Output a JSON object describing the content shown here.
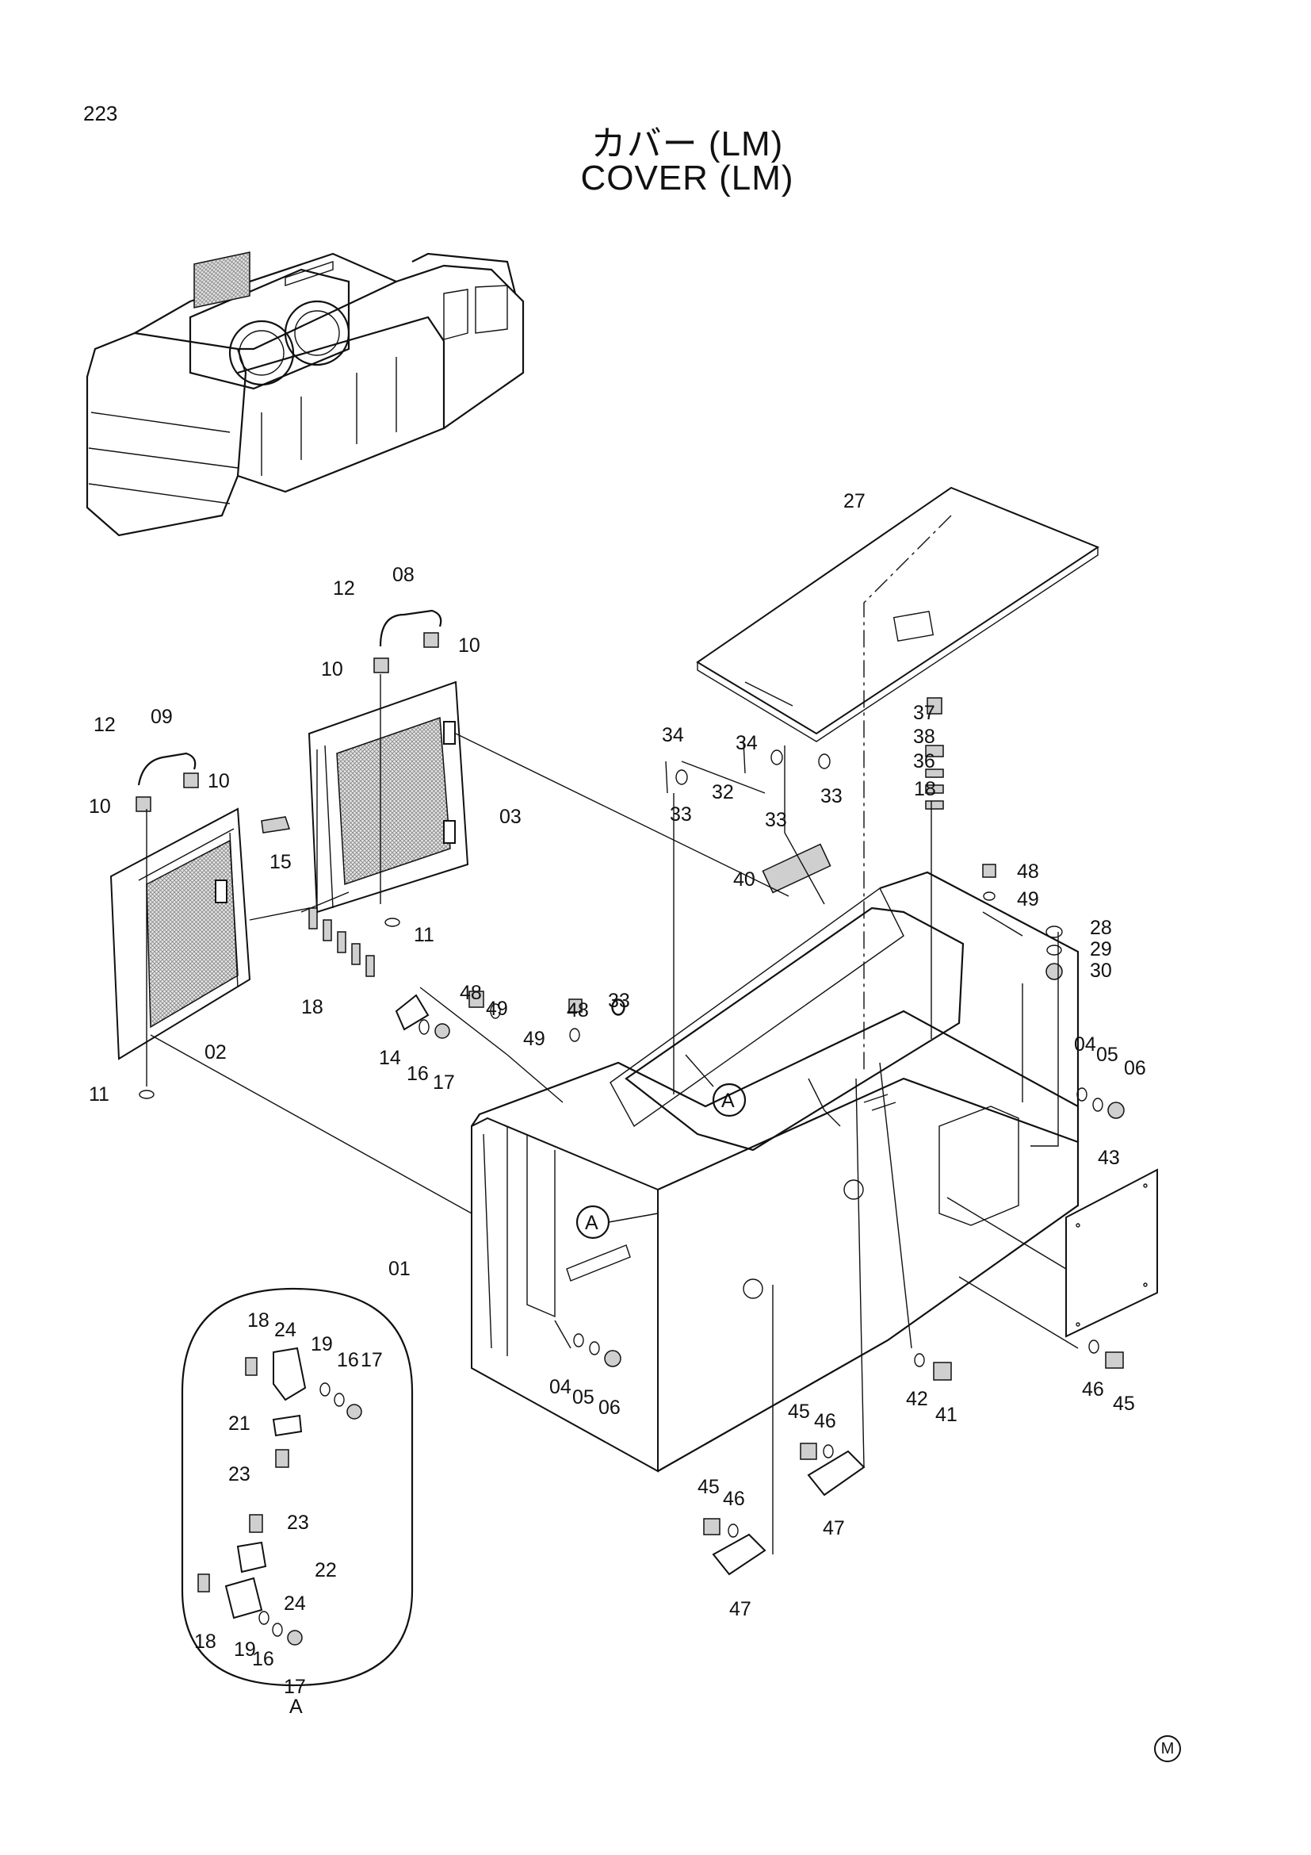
{
  "page_number": "223",
  "title_jp": "カバー (LM)",
  "title_en": "COVER (LM)",
  "corner_mark": "M",
  "detail_view": "A",
  "callout_letter": "A",
  "part_labels": [
    "01",
    "02",
    "03",
    "04",
    "05",
    "06",
    "08",
    "09",
    "10",
    "11",
    "12",
    "14",
    "15",
    "16",
    "17",
    "18",
    "19",
    "21",
    "22",
    "23",
    "24",
    "27",
    "28",
    "29",
    "30",
    "32",
    "33",
    "34",
    "36",
    "37",
    "38",
    "40",
    "41",
    "42",
    "43",
    "45",
    "46",
    "47",
    "48",
    "49"
  ]
}
